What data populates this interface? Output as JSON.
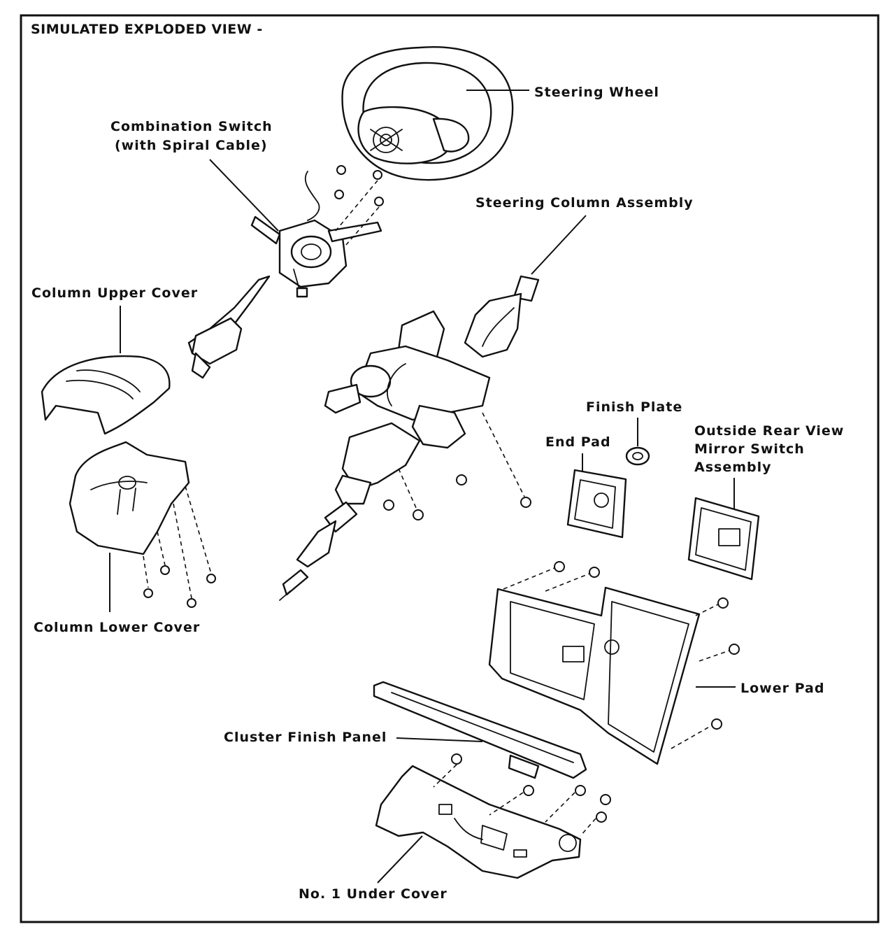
{
  "title": "SIMULATED EXPLODED VIEW -",
  "labels": {
    "steering_wheel": "Steering Wheel",
    "combination_switch_1": "Combination Switch",
    "combination_switch_2": "(with Spiral Cable)",
    "steering_column_assembly": "Steering Column Assembly",
    "column_upper_cover": "Column Upper Cover",
    "finish_plate": "Finish Plate",
    "end_pad": "End Pad",
    "mirror_switch_1": "Outside Rear View",
    "mirror_switch_2": "Mirror Switch",
    "mirror_switch_3": "Assembly",
    "column_lower_cover": "Column Lower Cover",
    "lower_pad": "Lower Pad",
    "cluster_finish_panel": "Cluster Finish Panel",
    "no1_under_cover": "No. 1  Under Cover"
  },
  "colors": {
    "ink": "#111111",
    "paper": "#ffffff"
  }
}
